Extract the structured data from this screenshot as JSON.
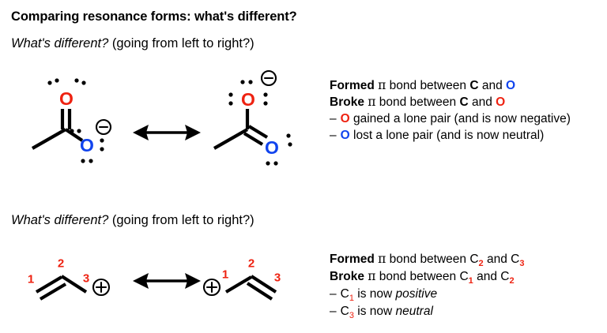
{
  "title": "Comparing resonance forms: what's different?",
  "questions": {
    "emphasis": "What's different?",
    "rest": " (going from left to right?)"
  },
  "colors": {
    "oxygen_red": "#ee2211",
    "oxygen_blue": "#1144ee",
    "bond_black": "#000000",
    "background": "#ffffff"
  },
  "section1": {
    "label": "ester-resonance",
    "left_structure": {
      "name": "acetate-left",
      "atoms": [
        {
          "id": "O-top",
          "label": "O",
          "color": "#ee2211",
          "charge": "",
          "lone_pairs": 2,
          "bond": "double"
        },
        {
          "id": "O-right",
          "label": "O",
          "color": "#1144ee",
          "charge": "⊖",
          "lone_pairs": 3,
          "bond": "single"
        }
      ],
      "methyl": "CH3 line"
    },
    "right_structure": {
      "name": "acetate-right",
      "atoms": [
        {
          "id": "O-top",
          "label": "O",
          "color": "#ee2211",
          "charge": "⊖",
          "lone_pairs": 3,
          "bond": "single"
        },
        {
          "id": "O-right",
          "label": "O",
          "color": "#1144ee",
          "charge": "",
          "lone_pairs": 2,
          "bond": "double"
        }
      ],
      "methyl": "CH3 line"
    },
    "arrow": "resonance-double-headed-arrow",
    "notes": {
      "formed_prefix": "Formed",
      "formed_mid": " bond between ",
      "formed_atom_a": "C",
      "formed_and": " and ",
      "formed_atom_b": "O",
      "broke_prefix": "Broke",
      "broke_mid": " bond between ",
      "broke_atom_a": "C",
      "broke_and": " and ",
      "broke_atom_b": "O",
      "pi": "π",
      "bullets": [
        {
          "dash": "–",
          "atom": "O",
          "atom_color": "#ee2211",
          "text": "gained a lone pair (and is now negative)"
        },
        {
          "dash": "–",
          "atom": "O",
          "atom_color": "#1144ee",
          "text": "lost a lone pair (and is now neutral)"
        }
      ]
    }
  },
  "section2": {
    "label": "allyl-cation-resonance",
    "left_structure": {
      "name": "allyl-cation-left",
      "numbers": [
        "1",
        "2",
        "3"
      ],
      "double_bond": "C1=C2",
      "charge": "⊕",
      "charge_on": "C3"
    },
    "right_structure": {
      "name": "allyl-cation-right",
      "numbers": [
        "1",
        "2",
        "3"
      ],
      "double_bond": "C2=C3",
      "charge": "⊕",
      "charge_on": "C1"
    },
    "arrow": "resonance-double-headed-arrow",
    "notes": {
      "formed_prefix": "Formed",
      "formed_mid": " bond between C",
      "formed_sub_a": "2",
      "formed_and": " and C",
      "formed_sub_b": "3",
      "broke_prefix": "Broke",
      "broke_mid": " bond between C",
      "broke_sub_a": "1",
      "broke_and": " and C",
      "broke_sub_b": "2",
      "pi": "π",
      "bullets": [
        {
          "dash": "–",
          "atom": "C",
          "sub": "1",
          "mid": " is now ",
          "emph": "positive"
        },
        {
          "dash": "–",
          "atom": "C",
          "sub": "3",
          "mid": " is now ",
          "emph": "neutral"
        }
      ]
    }
  }
}
